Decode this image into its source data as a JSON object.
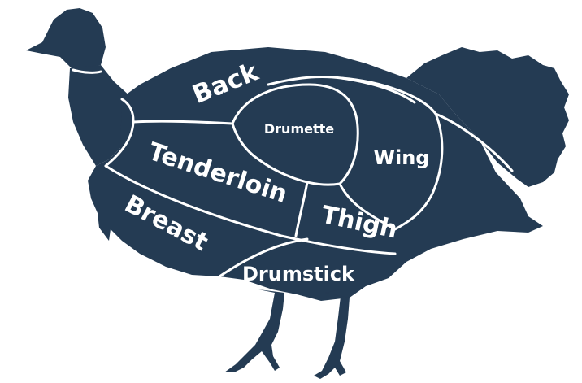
{
  "colors": {
    "silhouette": "#243b53",
    "lines_and_text": "#ffffff",
    "background": "#ffffff"
  },
  "cuts": {
    "back": "Back",
    "drumette": "Drumette",
    "wing": "Wing",
    "tenderloin": "Tenderloin",
    "thigh": "Thigh",
    "breast": "Breast",
    "drumstick": "Drumstick"
  }
}
